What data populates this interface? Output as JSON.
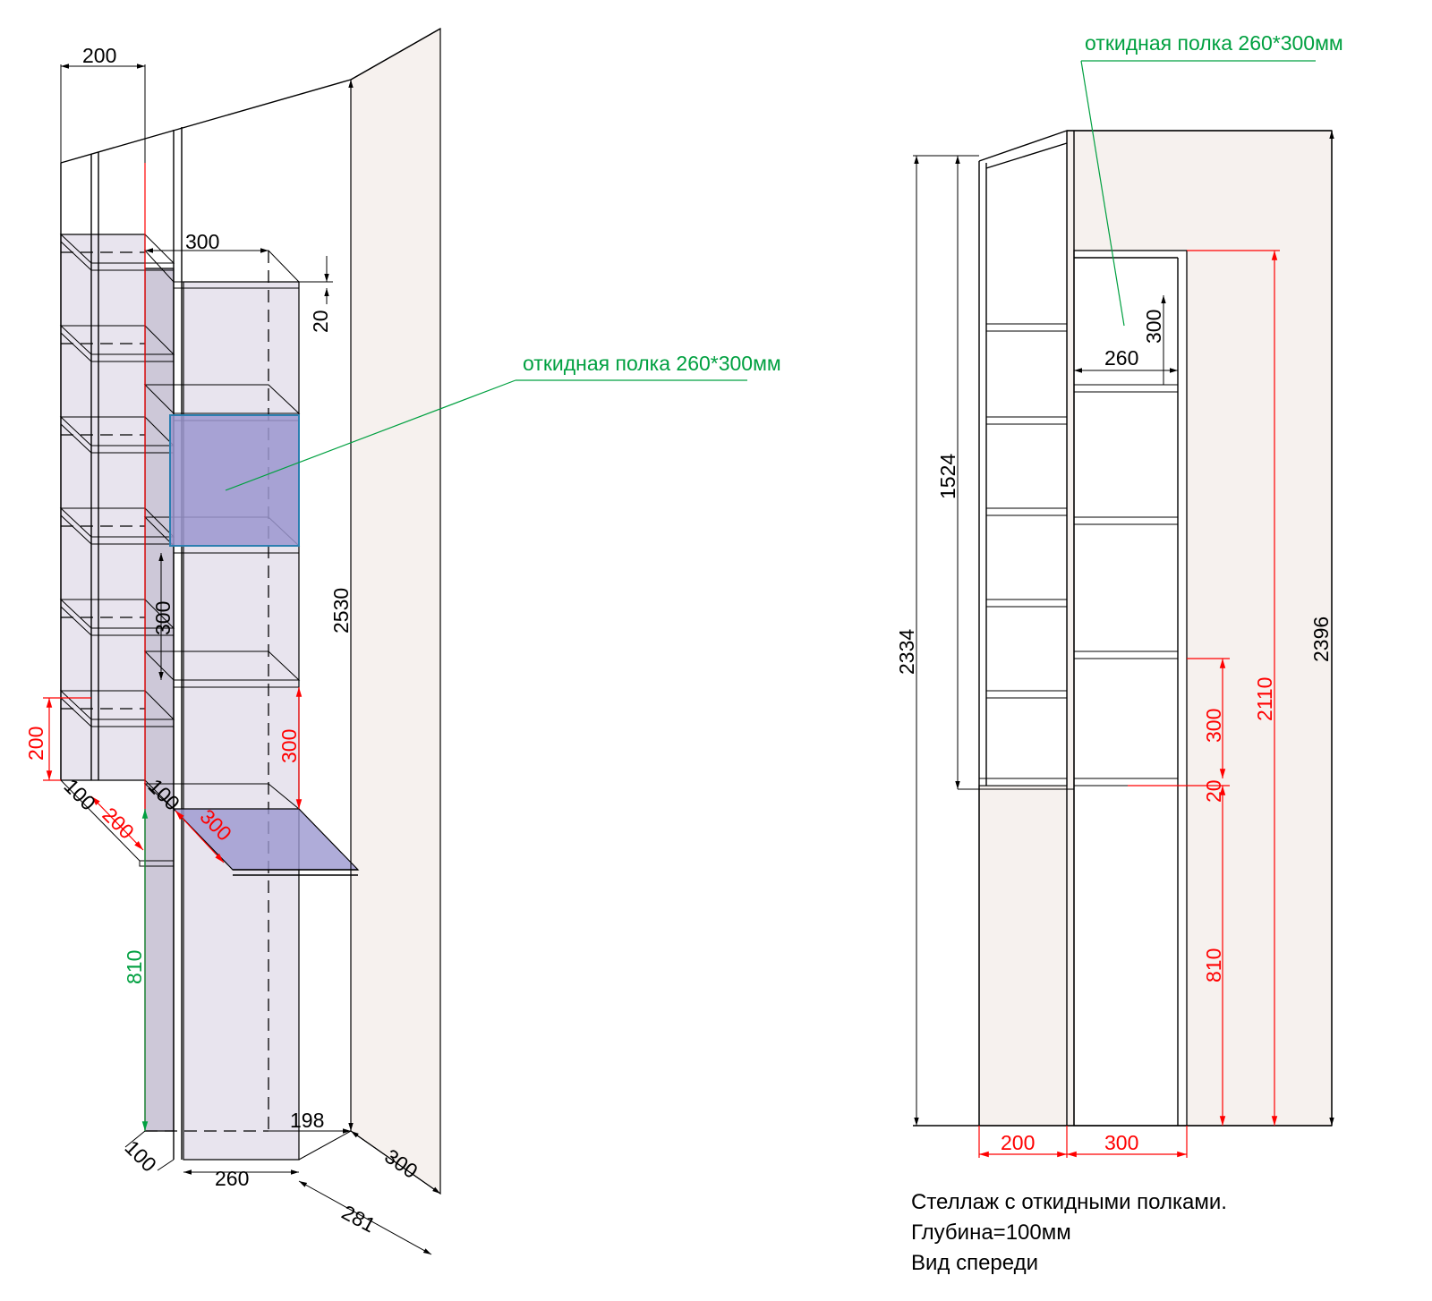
{
  "colors": {
    "wall": "#f6f1ee",
    "panel": "#e8e4ee",
    "panel_dark": "#cdc8d8",
    "fold_shelf": "#9b97cf",
    "dimension_red": "#ff0000",
    "leader_green": "#00a040",
    "line": "#000000"
  },
  "iso_view": {
    "callout": "откидная полка 260*300мм",
    "dims": {
      "top_width": "200",
      "shelf_depth": "300",
      "top_gap": "20",
      "total_height": "2530",
      "shelf_spacing": "300",
      "lower_gap_red": "300",
      "left_offset_red": "200",
      "foot_100_a": "100",
      "foot_100_b": "100",
      "foot_200_red": "200",
      "foot_300_red": "300",
      "floor_810": "810",
      "base_198": "198",
      "base_100": "100",
      "base_260": "260",
      "base_300": "300",
      "base_281": "281"
    }
  },
  "front_view": {
    "callout": "откидная полка 260*300мм",
    "dims": {
      "h_2334": "2334",
      "h_1524": "1524",
      "h_2396": "2396",
      "h_2110": "2110",
      "shelf_300": "300",
      "shelf_260": "260",
      "red_300": "300",
      "red_20": "20",
      "red_810": "810",
      "w_200": "200",
      "w_300": "300"
    }
  },
  "caption": {
    "line1": "Стеллаж с откидными полками.",
    "line2": "Глубина=100мм",
    "line3": "Вид спереди"
  }
}
